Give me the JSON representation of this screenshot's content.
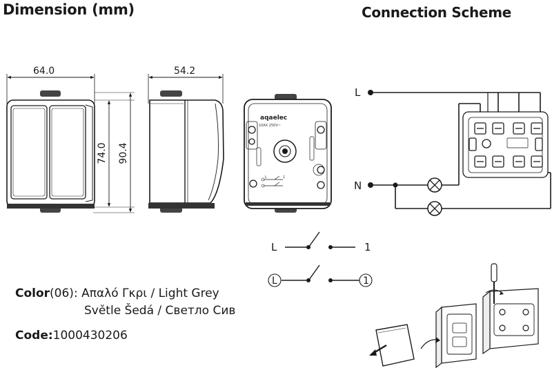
{
  "titles": {
    "dimension": "Dimension (mm)",
    "connection": "Connection Scheme"
  },
  "dimensions": {
    "front_width": "64.0",
    "side_width": "54.2",
    "inner_height": "74.0",
    "outer_height": "90.4"
  },
  "device_back": {
    "brand": "aqaelec",
    "rating": "10AX 250V~"
  },
  "wiring": {
    "line": "L",
    "neutral": "N"
  },
  "switch_symbol": {
    "line_label": "L",
    "out_label": "1",
    "line_label_circled": "L",
    "out_label_circled": "1"
  },
  "color": {
    "key": "Color",
    "code": "(06):",
    "names_line1": "Απαλό Γκρι / Light Grey",
    "names_line2": "Světle Šedá / Светло Сив"
  },
  "product_code": {
    "key": "Code:",
    "value": "1000430206"
  },
  "colors": {
    "ink": "#1a1a1a",
    "housing": "#ffffff",
    "gasket": "#333333"
  }
}
